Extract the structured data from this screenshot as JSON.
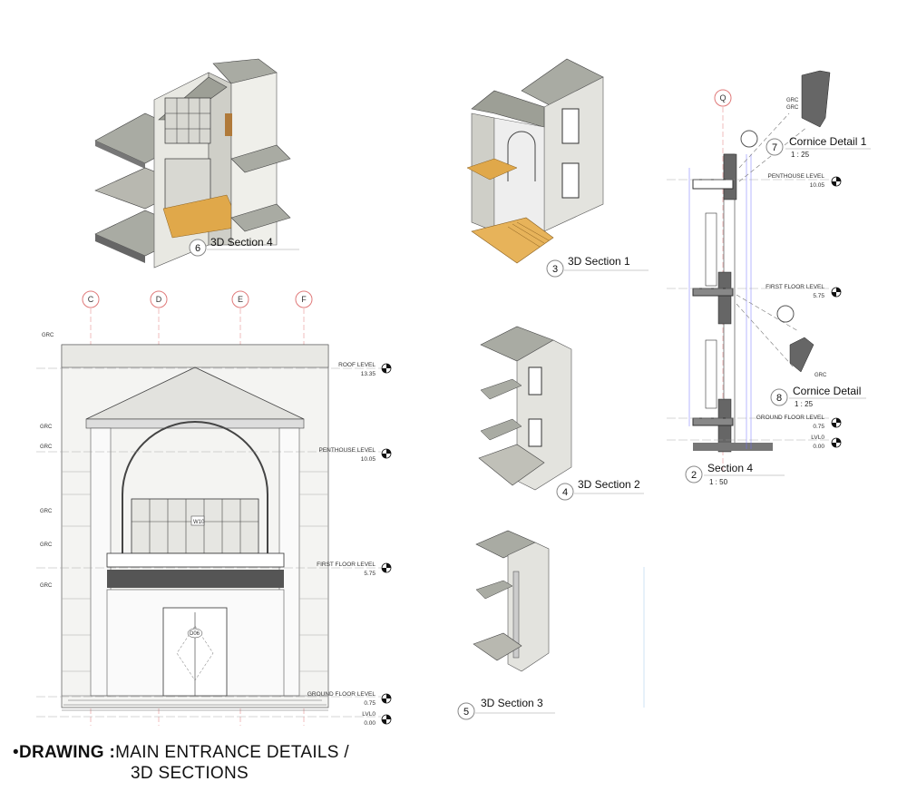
{
  "sheet": {
    "title_bullet": "•",
    "title_bold": "DRAWING :",
    "title_line1": "MAIN ENTRANCE DETAILS /",
    "title_line2": "3D SECTIONS"
  },
  "views": {
    "v6": {
      "number": "6",
      "name": "3D Section 4"
    },
    "v3": {
      "number": "3",
      "name": "3D Section 1"
    },
    "v4": {
      "number": "4",
      "name": "3D Section 2"
    },
    "v5": {
      "number": "5",
      "name": "3D Section 3"
    },
    "v7": {
      "number": "7",
      "name": "Cornice Detail 1",
      "scale": "1 : 25"
    },
    "v8": {
      "number": "8",
      "name": "Cornice Detail",
      "scale": "1 : 25"
    },
    "v2": {
      "number": "2",
      "name": "Section 4",
      "scale": "1 : 50"
    }
  },
  "grids": {
    "c": "C",
    "d": "D",
    "e": "E",
    "f": "F",
    "q": "Q"
  },
  "levels": {
    "roof": {
      "name": "ROOF LEVEL",
      "value": "13.35"
    },
    "penthouse": {
      "name": "PENTHOUSE LEVEL",
      "value": "10.05"
    },
    "first": {
      "name": "FIRST FLOOR LEVEL",
      "value": "5.75"
    },
    "ground": {
      "name": "GROUND FLOOR LEVEL",
      "value": "0.75"
    },
    "lvl0": {
      "name": "LVL0",
      "value": "0.00"
    }
  },
  "material_tag": "GRC",
  "tags": {
    "window": "W10",
    "door": "D06"
  }
}
